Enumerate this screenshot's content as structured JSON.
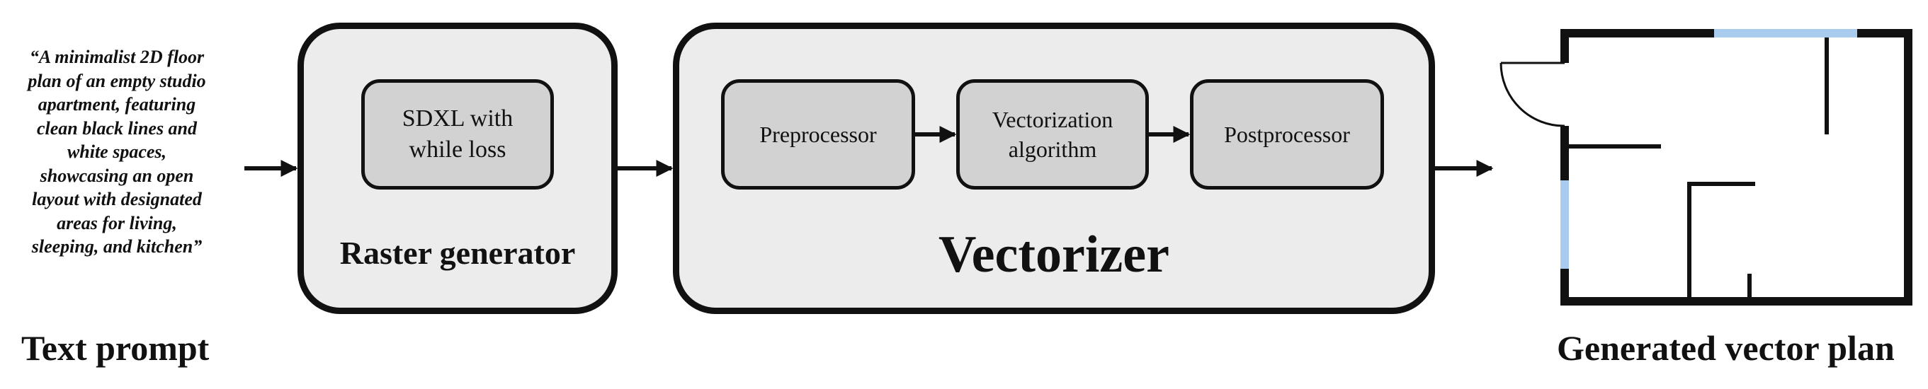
{
  "prompt": {
    "lines": [
      "“A minimalist 2D floor",
      "plan of an empty studio",
      "apartment, featuring",
      "clean black lines and",
      "white spaces,",
      "showcasing an open",
      "layout with designated",
      "areas for living,",
      "sleeping, and kitchen”"
    ],
    "label": "Text prompt"
  },
  "raster_generator": {
    "title": "Raster generator",
    "model_line1": "SDXL with",
    "model_line2": "while loss"
  },
  "vectorizer": {
    "title": "Vectorizer",
    "preprocessor": "Preprocessor",
    "algorithm_line1": "Vectorization",
    "algorithm_line2": "algorithm",
    "postprocessor": "Postprocessor"
  },
  "output": {
    "label": "Generated vector plan"
  },
  "colors": {
    "box_fill": "#ececec",
    "inner_fill": "#d2d2d2",
    "window": "#a9cbee",
    "line": "#111111"
  }
}
